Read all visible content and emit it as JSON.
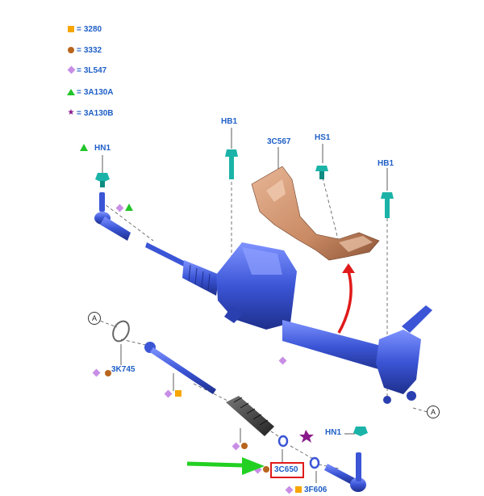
{
  "legend": [
    {
      "symbol": "square",
      "eq": "=",
      "code": "3280"
    },
    {
      "symbol": "dot",
      "eq": "=",
      "code": "3332"
    },
    {
      "symbol": "diamond",
      "eq": "=",
      "code": "3L547"
    },
    {
      "symbol": "triangle",
      "eq": "=",
      "code": "3A130A"
    },
    {
      "symbol": "star",
      "eq": "=",
      "code": "3A130B"
    }
  ],
  "labels": {
    "hn1_top": "HN1",
    "hb1_left": "HB1",
    "c3c567": "3C567",
    "hs1": "HS1",
    "hb1_right": "HB1",
    "p3k745": "3K745",
    "hn1_bottom": "HN1",
    "p3c650": "3C650",
    "p3f606": "3F606",
    "ref_a_left": "A",
    "ref_a_right": "A"
  },
  "colors": {
    "label_blue": "#1f5fc6",
    "rack_blue": "#3b55d6",
    "shield_copper": "#c98a64",
    "highlight_red": "#e01a1a",
    "arrow_green": "#22d022"
  }
}
